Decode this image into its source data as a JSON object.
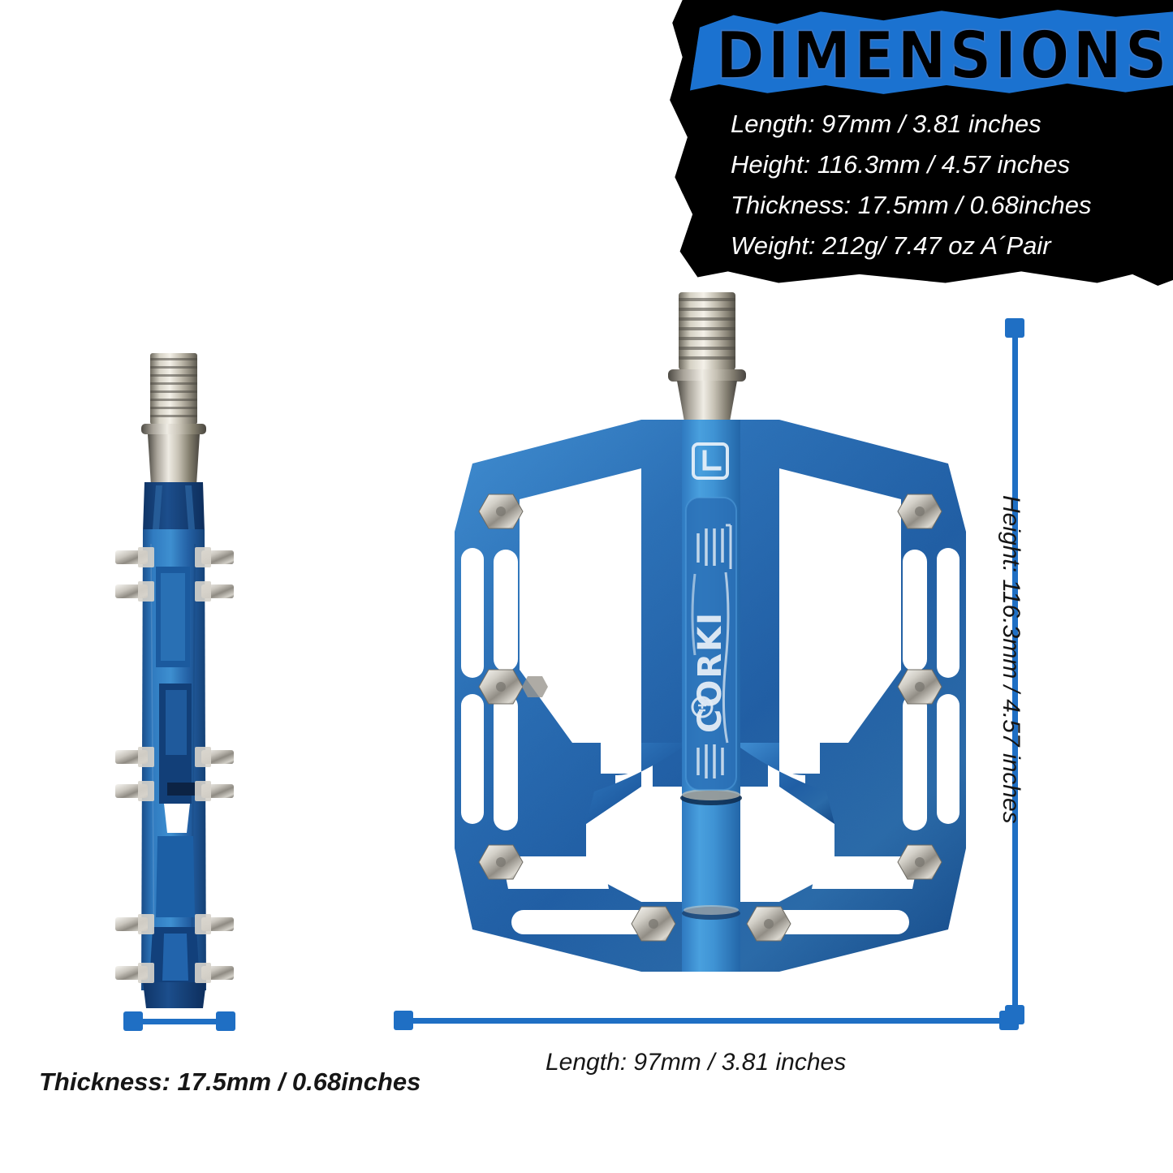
{
  "banner": {
    "title": "DIMENSIONS",
    "accent_color": "#1b72d0",
    "background_color": "#000000",
    "specs": [
      "Length: 97mm / 3.81 inches",
      "Height: 116.3mm / 4.57 inches",
      "Thickness: 17.5mm / 0.68inches",
      "Weight: 212g/ 7.47 oz   A´Pair"
    ]
  },
  "product": {
    "brand": "CORKI",
    "side_marking": "L",
    "body_color": "#2a6cb2",
    "pin_color": "#cfccc4",
    "spindle_color": "#cfc9ba"
  },
  "dimensions": {
    "guide_color": "#1f6fc4",
    "thickness_label": "Thickness: 17.5mm / 0.68inches",
    "length_label": "Length: 97mm / 3.81 inches",
    "height_label": "Height: 116.3mm / 4.57 inches"
  },
  "views": {
    "side_view_name": "side-profile-view",
    "front_view_name": "platform-face-view"
  }
}
